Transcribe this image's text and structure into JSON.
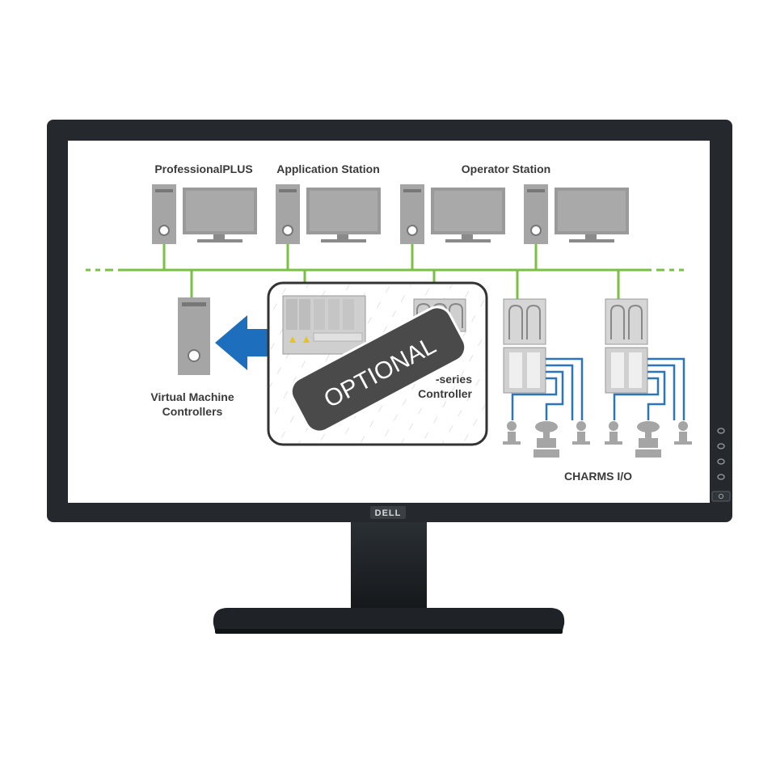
{
  "monitor": {
    "brand_logo": "DELL",
    "colors": {
      "bezel": "#262a2e",
      "screen": "#ffffff",
      "stand": "#1e2226"
    }
  },
  "diagram": {
    "top_labels": {
      "professional_plus": "ProfessionalPLUS",
      "application_station": "Application Station",
      "operator_station": "Operator Station"
    },
    "virtual_machine_label": [
      "Virtual Machine",
      "Controllers"
    ],
    "controller_label": [
      "-series",
      "Controller"
    ],
    "charms_label": "CHARMS I/O",
    "optional_badge": "OPTIONAL",
    "colors": {
      "network": "#79c142",
      "wiring": "#2b74c2",
      "arrow": "#1d6fbd",
      "device_gray": "#9a9a9a",
      "badge_bg": "#4a4a4a",
      "badge_text": "#ffffff",
      "label_text": "#3a3a3a"
    }
  }
}
